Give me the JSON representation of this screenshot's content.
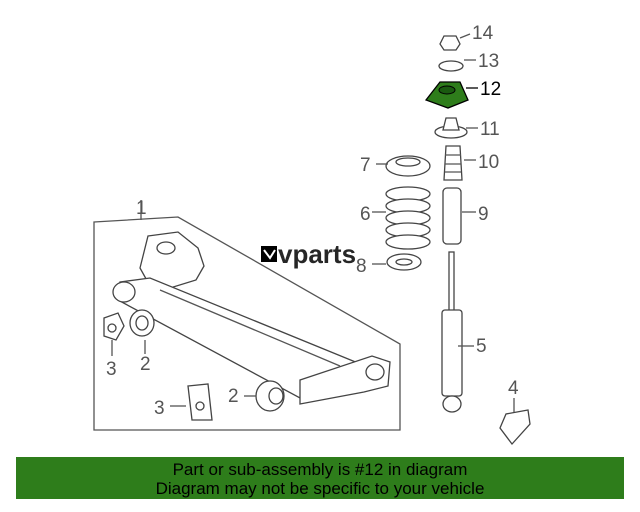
{
  "watermark": "vparts",
  "highlight_color": "#2e7d1b",
  "callouts": {
    "c1": "1",
    "c2a": "2",
    "c2b": "2",
    "c3a": "3",
    "c3b": "3",
    "c4": "4",
    "c5": "5",
    "c6": "6",
    "c7": "7",
    "c8": "8",
    "c9": "9",
    "c10": "10",
    "c11": "11",
    "c12": "12",
    "c13": "13",
    "c14": "14"
  },
  "banner": {
    "line1": "Part or sub-assembly is #12 in diagram",
    "line2": "Diagram may not be specific to your vehicle"
  }
}
